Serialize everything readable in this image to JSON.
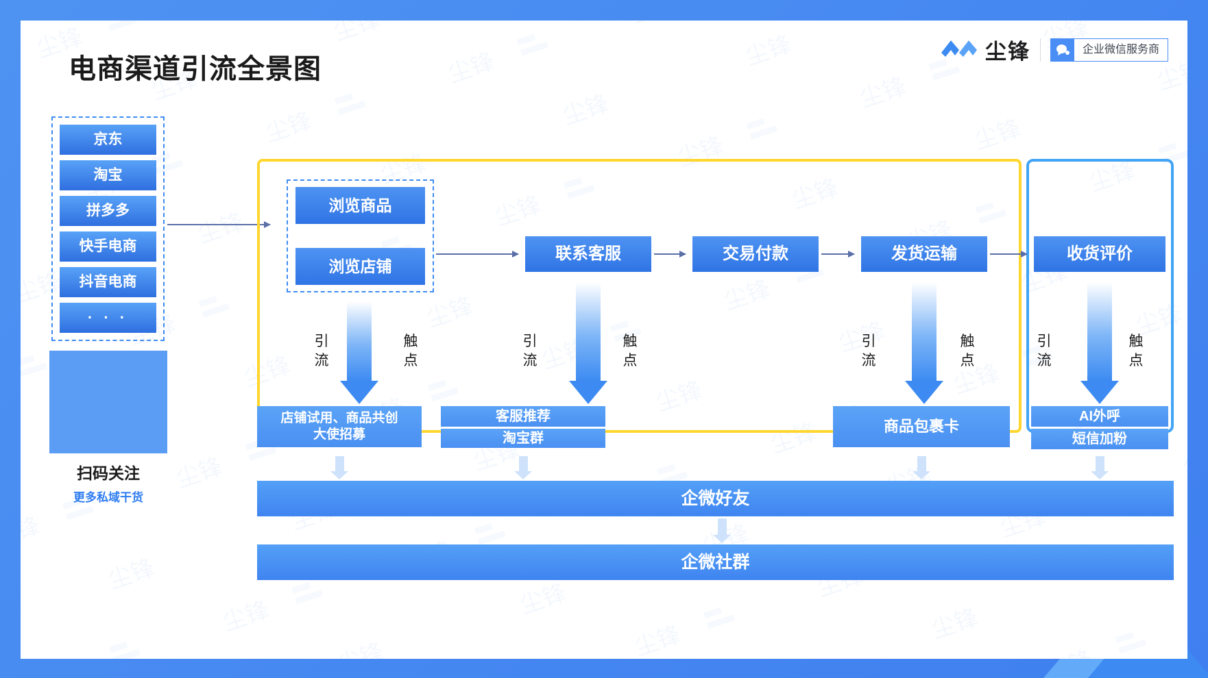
{
  "page": {
    "title": "电商渠道引流全景图"
  },
  "brand": {
    "name": "尘锋",
    "logo_icon": "chenfeng-logo-icon",
    "badge_icon": "wechat-work-icon",
    "badge_text": "企业微信服务商"
  },
  "channels": {
    "items": [
      {
        "label": "京东"
      },
      {
        "label": "淘宝"
      },
      {
        "label": "拼多多"
      },
      {
        "label": "快手电商"
      },
      {
        "label": "抖音电商"
      },
      {
        "label": "· · ·"
      }
    ]
  },
  "qr": {
    "image_alt": "qr-code",
    "title": "扫码关注",
    "subtitle": "更多私域干货"
  },
  "journey": {
    "browse": [
      {
        "label": "浏览商品"
      },
      {
        "label": "浏览店铺"
      }
    ],
    "steps": [
      {
        "label": "联系客服"
      },
      {
        "label": "交易付款"
      },
      {
        "label": "发货运输"
      },
      {
        "label": "收货评价"
      }
    ]
  },
  "flow_labels": {
    "left": "引\n流",
    "right": "触\n点",
    "left_char_1": "引",
    "left_char_2": "流",
    "right_char_1": "触",
    "right_char_2": "点"
  },
  "touchpoints": {
    "group1": [
      {
        "label": "店铺试用、商品共创\n大使招募",
        "line1": "店铺试用、商品共创",
        "line2": "大使招募"
      }
    ],
    "group2": [
      {
        "label": "客服推荐"
      },
      {
        "label": "淘宝群"
      }
    ],
    "group3": [
      {
        "label": "商品包裹卡"
      }
    ],
    "group4": [
      {
        "label": "AI外呼"
      },
      {
        "label": "短信加粉"
      }
    ]
  },
  "outcomes": [
    {
      "label": "企微好友"
    },
    {
      "label": "企微社群"
    }
  ],
  "colors": {
    "accent_blue": "#3d8bf2",
    "deep_blue": "#2f74e4",
    "highlight_yellow": "#ffd62e",
    "region_blue": "#41a4f5",
    "page_blue": "#4a90f0",
    "text_dark": "#1a1a1a"
  }
}
